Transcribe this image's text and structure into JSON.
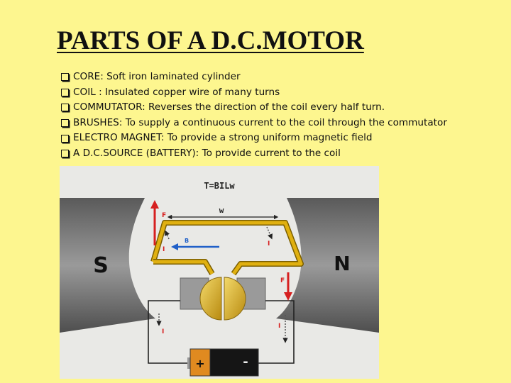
{
  "title": "PARTS OF A D.C.MOTOR",
  "bullets": [
    "CORE: Soft iron laminated cylinder",
    "COIL : Insulated copper wire of many turns",
    "COMMUTATOR: Reverses the direction of the coil every half turn.",
    "BRUSHES: To supply a continuous current to the coil through the commutator",
    "ELECTRO MAGNET: To provide a strong uniform magnetic field",
    "A D.C.SOURCE (BATTERY): To provide current to the coil"
  ],
  "diagram": {
    "formula": "T=BILw",
    "width_label": "w",
    "pole_south": "S",
    "pole_north": "N",
    "force_label": "F",
    "current_label": "I",
    "field_label": "B",
    "battery_plus": "+",
    "battery_minus": "-"
  },
  "colors": {
    "background": "#fdf68f",
    "coil": "#e0b010",
    "force_arrow": "#d62020",
    "field_arrow": "#2060c8"
  }
}
